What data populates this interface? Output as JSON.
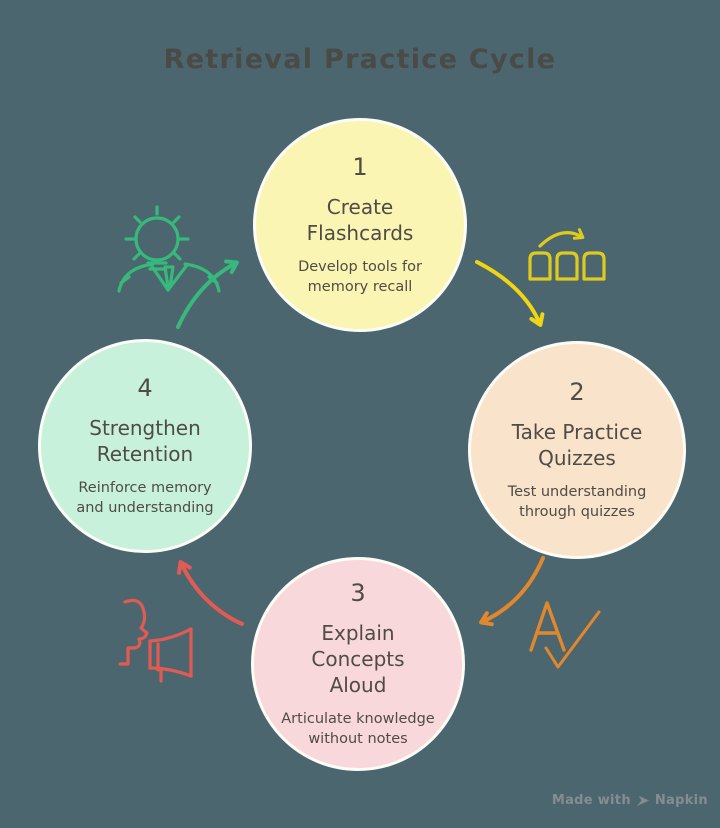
{
  "title": "Retrieval Practice Cycle",
  "steps": [
    {
      "number": "1",
      "title": "Create Flashcards",
      "description": "Develop tools for memory recall",
      "fill": "#FBF5B3"
    },
    {
      "number": "2",
      "title": "Take Practice Quizzes",
      "description": "Test understanding through quizzes",
      "fill": "#FAE3CB"
    },
    {
      "number": "3",
      "title": "Explain Concepts Aloud",
      "description": "Articulate knowledge without notes",
      "fill": "#F9D8DB"
    },
    {
      "number": "4",
      "title": "Strengthen Retention",
      "description": "Reinforce memory and understanding",
      "fill": "#C8F1DC"
    }
  ],
  "arrows": [
    {
      "from": "1",
      "to": "2",
      "color": "#EFD512",
      "icon": "flashcards-icon"
    },
    {
      "from": "2",
      "to": "3",
      "color": "#E1882D",
      "icon": "letter-a-checkmark-icon"
    },
    {
      "from": "3",
      "to": "4",
      "color": "#E25B52",
      "icon": "megaphone-speaking-icon"
    },
    {
      "from": "4",
      "to": "1",
      "color": "#36B97A",
      "icon": "lightbulb-person-icon"
    }
  ],
  "palette": {
    "background": "#4C6670",
    "title_text": "#4A4A47",
    "circle_text": "#4F4B46",
    "circle_border": "#FCFCF6"
  },
  "watermark": {
    "prefix": "Made with",
    "brand": "Napkin"
  }
}
